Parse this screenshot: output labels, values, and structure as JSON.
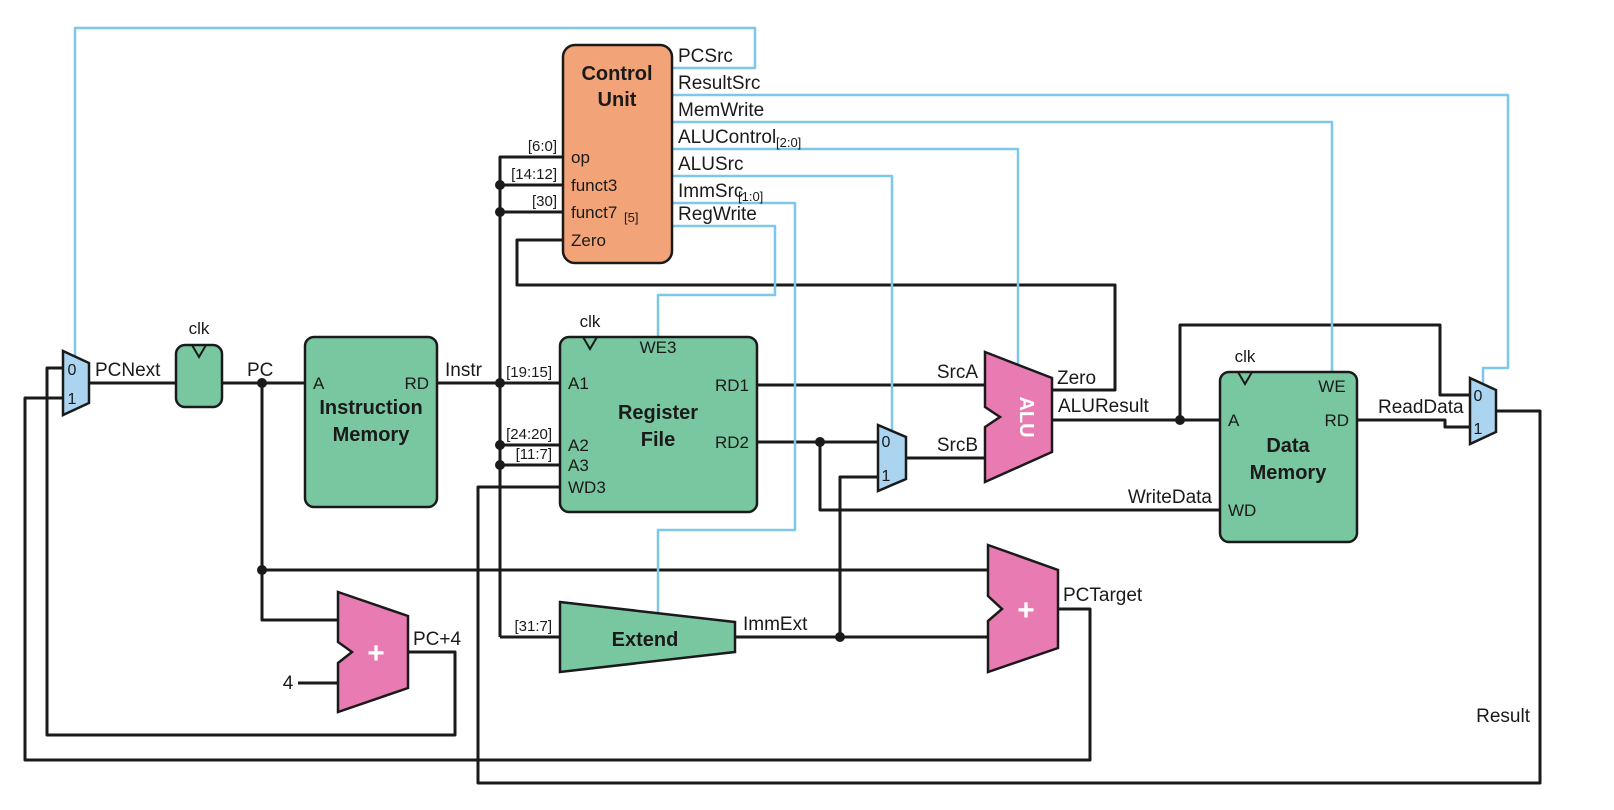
{
  "colors": {
    "ink": "#1a1a1a",
    "green": "#79c7a0",
    "orange": "#f2a478",
    "pink": "#e87bb2",
    "mux_blue": "#aad4f0",
    "ctrl_blue": "#7cc8ea",
    "bg": "#ffffff"
  },
  "mux": {
    "zero": "0",
    "one": "1"
  },
  "adders": {
    "plus": "+"
  },
  "pc_register": {
    "clk": "clk"
  },
  "instruction_memory": {
    "title1": "Instruction",
    "title2": "Memory",
    "port_a": "A",
    "port_rd": "RD"
  },
  "control_unit": {
    "title1": "Control",
    "title2": "Unit",
    "in_op": "op",
    "in_funct3": "funct3",
    "in_funct7": "funct7",
    "in_funct7_sub": "[5]",
    "in_zero": "Zero"
  },
  "register_file": {
    "clk": "clk",
    "title1": "Register",
    "title2": "File",
    "port_we3": "WE3",
    "port_a1": "A1",
    "port_a2": "A2",
    "port_a3": "A3",
    "port_wd3": "WD3",
    "port_rd1": "RD1",
    "port_rd2": "RD2"
  },
  "extend_unit": {
    "title": "Extend"
  },
  "alu_unit": {
    "label": "ALU"
  },
  "data_memory": {
    "clk": "clk",
    "title1": "Data",
    "title2": "Memory",
    "port_we": "WE",
    "port_a": "A",
    "port_wd": "WD",
    "port_rd": "RD"
  },
  "bit_slices": {
    "op": "[6:0]",
    "funct3": "[14:12]",
    "funct7": "[30]",
    "a1": "[19:15]",
    "a2": "[24:20]",
    "a3": "[11:7]",
    "imm": "[31:7]"
  },
  "signals": {
    "pcsrc": "PCSrc",
    "resultsrc": "ResultSrc",
    "memwrite": "MemWrite",
    "alucontrol": "ALUControl",
    "alucontrol_sub": "[2:0]",
    "alusrc": "ALUSrc",
    "immsrc": "ImmSrc",
    "immsrc_sub": "[1:0]",
    "regwrite": "RegWrite",
    "pcnext": "PCNext",
    "pc": "PC",
    "instr": "Instr",
    "srca": "SrcA",
    "srcb": "SrcB",
    "zero": "Zero",
    "aluresult": "ALUResult",
    "writedata": "WriteData",
    "readdata": "ReadData",
    "immext": "ImmExt",
    "pctarget": "PCTarget",
    "pcplus4": "PC+4",
    "four": "4",
    "result": "Result"
  }
}
